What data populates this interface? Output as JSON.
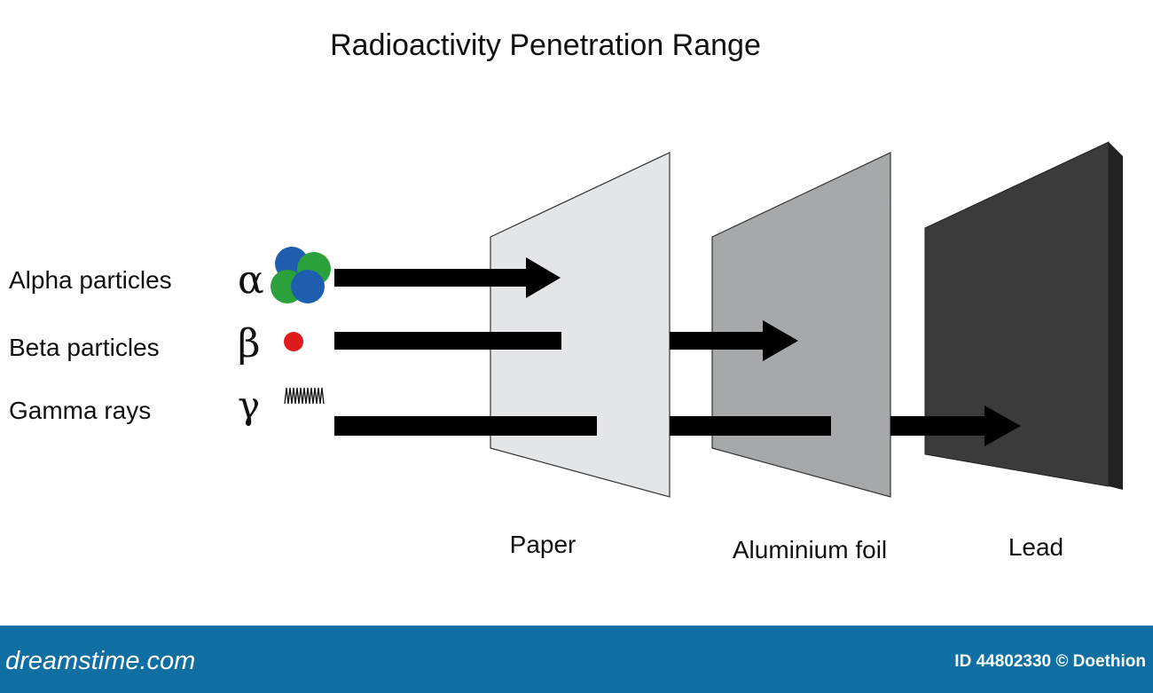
{
  "title": "Radioactivity Penetration Range",
  "rows": [
    {
      "label": "Alpha particles",
      "symbol": "α"
    },
    {
      "label": "Beta particles",
      "symbol": "β"
    },
    {
      "label": "Gamma rays",
      "symbol": "γ"
    }
  ],
  "shields": [
    {
      "name": "Paper",
      "color": "#e4e5e7"
    },
    {
      "name": "Aluminium foil",
      "color": "#a7a8aa"
    },
    {
      "name": "Lead",
      "color": "#3b3b3c"
    }
  ],
  "colors": {
    "arrow": "#000000",
    "alpha_blue": "#1d5fae",
    "alpha_green": "#2aa13a",
    "beta_red": "#e01b1b",
    "footer": "#0f6fa3"
  },
  "footer": {
    "brand": "dreamstime.com",
    "id_text": "ID 44802330 © Doethion"
  }
}
